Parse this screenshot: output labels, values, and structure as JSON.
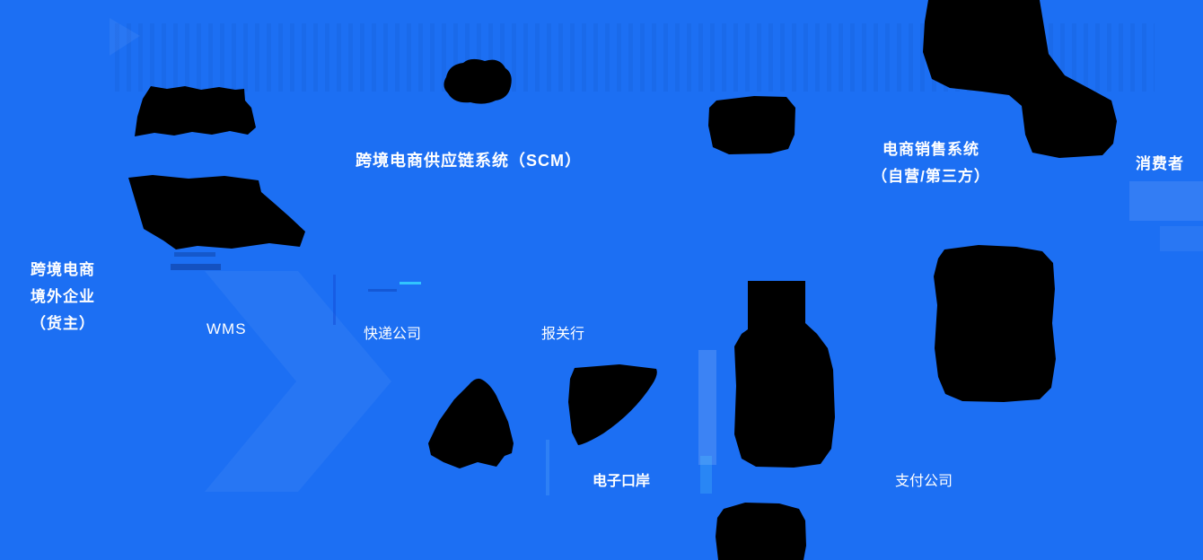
{
  "diagram": {
    "type": "cross-border e-commerce supply chain flow diagram",
    "colors": {
      "background": "#1c6ff3",
      "silhouette": "#000000",
      "text": "#ffffff",
      "accent_cyan": "#35d3ff",
      "faint_decoration": "rgba(255,255,255,0.10)"
    },
    "title": "跨境电商供应链系统（SCM）",
    "labels": {
      "shipper_line1": "跨境电商",
      "shipper_line2": "境外企业",
      "shipper_line3": "（货主）",
      "wms": "WMS",
      "express_company": "快递公司",
      "customs_broker": "报关行",
      "eport": "电子口岸",
      "payment_company": "支付公司",
      "sales_system_line1": "电商销售系统",
      "sales_system_line2": "（自营/第三方）",
      "consumer": "消费者"
    },
    "icons": {
      "cargo_truck": "cargo-truck-icon (black silhouette, top-left upper)",
      "forklift_truck": "forklift-truck-icon (black silhouette, top-left lower)",
      "scm_cloud": "scm-cloud-icon (black blob above SCM title)",
      "sales_monitor": "sales-monitor-icon (black blob left of sales system label)",
      "consumer_figure": "consumer-icon (large black blob, top-right, cut by top edge)",
      "eport_building": "eport-building-icon (rounded triangle blob above 电子口岸)",
      "eport_flag": "eport-flag-icon (curved fin blob above 电子口岸)",
      "customs_tower": "customs-tower-icon (bottle-shaped blob, center-bottom)",
      "server_bottom": "server-icon (blob cut by bottom edge)",
      "payment_terminal": "payment-terminal-icon (rounded block above 支付公司)"
    }
  }
}
